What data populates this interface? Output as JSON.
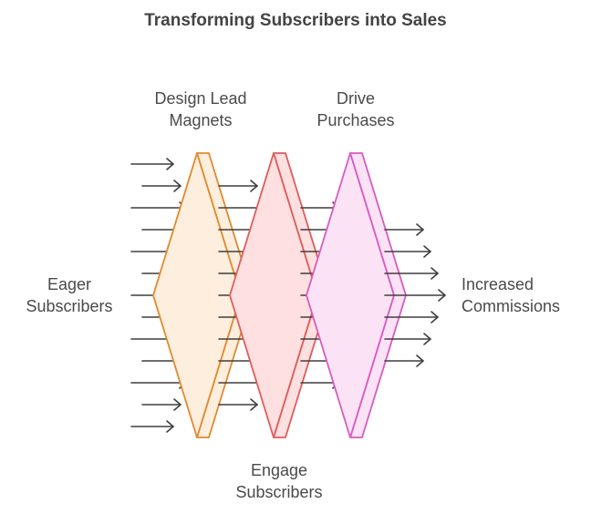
{
  "title": "Transforming Subscribers into Sales",
  "input_label": [
    "Eager",
    "Subscribers"
  ],
  "output_label": [
    "Increased",
    "Commissions"
  ],
  "stages": [
    {
      "label": [
        "Design Lead",
        "Magnets"
      ],
      "stroke": "#e08a2e",
      "fill": "#fdeedd"
    },
    {
      "label": [
        "Engage",
        "Subscribers"
      ],
      "stroke": "#e05c5c",
      "fill": "#fde0df"
    },
    {
      "label": [
        "Drive",
        "Purchases"
      ],
      "stroke": "#d85bc0",
      "fill": "#fbe2f4"
    }
  ],
  "arrow_color": "#3f3f3f"
}
